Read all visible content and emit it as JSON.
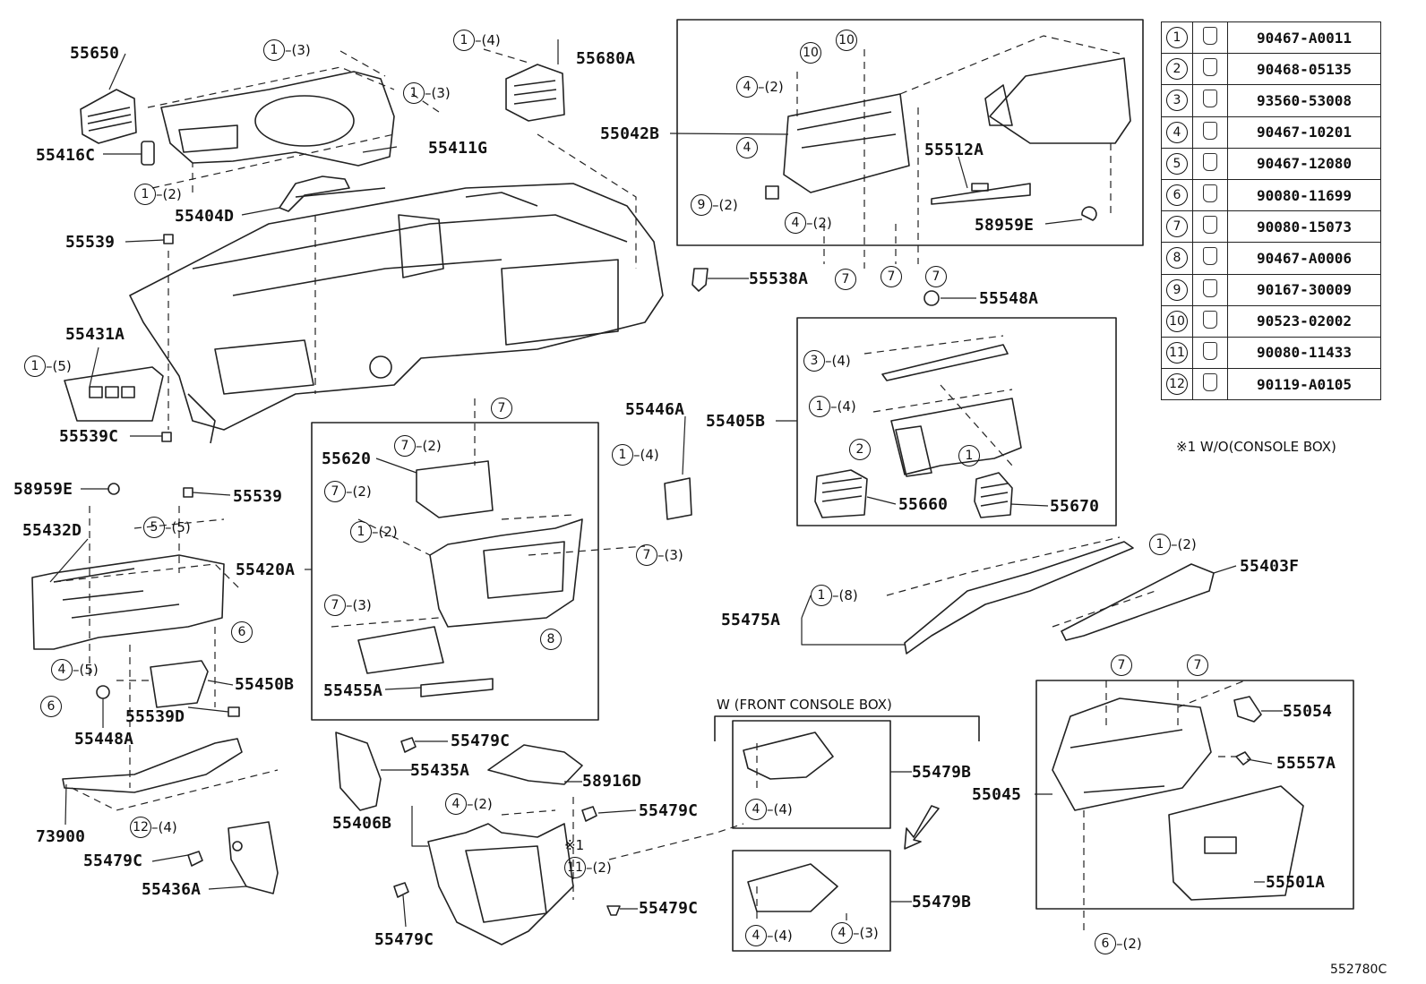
{
  "parts": [
    "55650",
    "55416C",
    "55411G",
    "55404D",
    "55539",
    "55431A",
    "55539C",
    "58959E",
    "55539",
    "55432D",
    "55420A",
    "55450B",
    "55539D",
    "55448A",
    "73900",
    "55479C",
    "55436A",
    "55680A",
    "55042B",
    "55512A",
    "58959E",
    "55538A",
    "55548A",
    "55620",
    "55446A",
    "55455A",
    "55405B",
    "55660",
    "55670",
    "55403F",
    "55475A",
    "55479C",
    "55435A",
    "58916D",
    "55406B",
    "55479C",
    "55479C",
    "55479C",
    "55479B",
    "55479B",
    "55054",
    "55557A",
    "55045",
    "55501A"
  ],
  "qty": [
    "1 (3)",
    "1 (3)",
    "1 (2)",
    "1 (5)",
    "5 (5)",
    "4 (5)",
    "12 (4)",
    "1 (4)",
    "10",
    "10",
    "4 (2)",
    "4",
    "9 (2)",
    "4 (2)",
    "7",
    "7",
    "7",
    "7",
    "7 (2)",
    "7 (2)",
    "1 (2)",
    "7 (3)",
    "7 (3)",
    "8",
    "1 (4)",
    "3 (4)",
    "1 (4)",
    "2",
    "1",
    "1 (2)",
    "1 (8)",
    "4 (2)",
    "11 (2)",
    "4 (4)",
    "4 (4)",
    "4 (3)",
    "7",
    "7",
    "6 (2)",
    "6",
    "6"
  ],
  "notes": {
    "console_box": "W (FRONT CONSOLE BOX)",
    "asterisk_mark": "※1",
    "footnote": "※1 W/O(CONSOLE BOX)",
    "diagram_id": "552780C"
  },
  "legend": [
    {
      "num": "1",
      "part": "90467-A0011"
    },
    {
      "num": "2",
      "part": "90468-05135"
    },
    {
      "num": "3",
      "part": "93560-53008"
    },
    {
      "num": "4",
      "part": "90467-10201"
    },
    {
      "num": "5",
      "part": "90467-12080"
    },
    {
      "num": "6",
      "part": "90080-11699"
    },
    {
      "num": "7",
      "part": "90080-15073"
    },
    {
      "num": "8",
      "part": "90467-A0006"
    },
    {
      "num": "9",
      "part": "90167-30009"
    },
    {
      "num": "10",
      "part": "90523-02002"
    },
    {
      "num": "11",
      "part": "90080-11433"
    },
    {
      "num": "12",
      "part": "90119-A0105"
    }
  ]
}
